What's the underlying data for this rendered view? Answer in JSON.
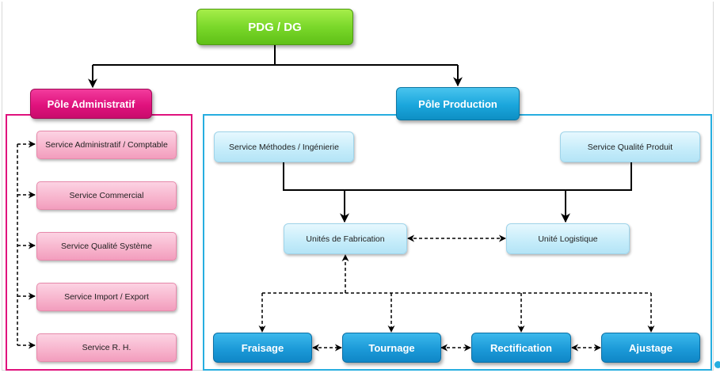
{
  "top": {
    "label": "PDG / DG"
  },
  "poles": {
    "admin": {
      "label": "Pôle Administratif"
    },
    "production": {
      "label": "Pôle Production"
    }
  },
  "admin_services": [
    "Service Administratif / Comptable",
    "Service Commercial",
    "Service Qualité  Système",
    "Service Import / Export",
    "Service R. H."
  ],
  "production": {
    "methods": "Service Méthodes / Ingénierie",
    "quality": "Service Qualité  Produit",
    "fabrication": "Unités de Fabrication",
    "logistics": "Unité Logistique",
    "workshops": [
      "Fraisage",
      "Tournage",
      "Rectification",
      "Ajustage"
    ]
  },
  "colors": {
    "top": "#7ad82a",
    "admin": "#e0127d",
    "production": "#1aa6dc",
    "admin_service": "#f7b3cc",
    "production_service": "#c5ecfa"
  }
}
